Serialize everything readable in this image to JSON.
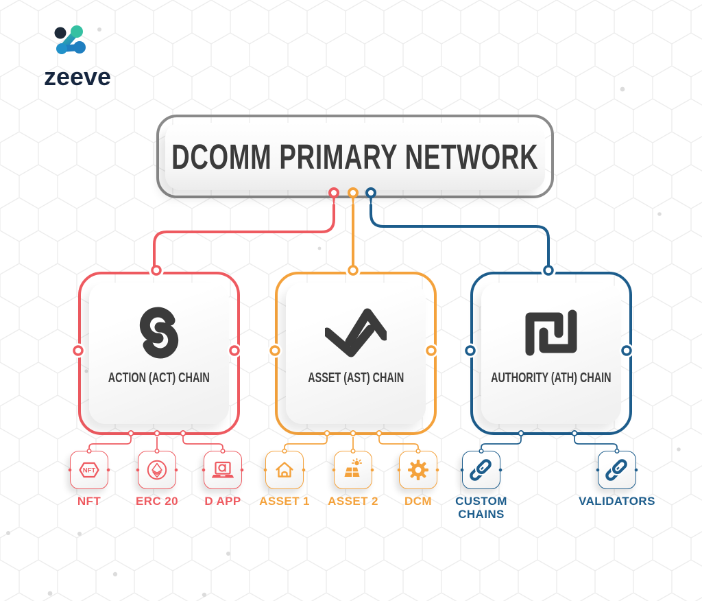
{
  "brand": {
    "name": "zeeve"
  },
  "diagram": {
    "title": "DCOMM PRIMARY NETWORK",
    "colors": {
      "red": "#ee5a60",
      "orange": "#f4a23c",
      "blue": "#1d5d8c",
      "frame_gray": "#8a8a8a",
      "icon_dark": "#3b3b3b",
      "brand_navy": "#16263f",
      "brand_teal": "#35c0a2",
      "brand_blue": "#1f7fc0"
    },
    "chains": [
      {
        "label": "ACTION (ACT) CHAIN",
        "color": "#ee5a60",
        "icon": "s-link-icon",
        "children": [
          {
            "label": "NFT",
            "icon": "nft-hexagon-icon"
          },
          {
            "label": "ERC 20",
            "icon": "ethereum-token-icon"
          },
          {
            "label": "D APP",
            "icon": "dapp-laptop-icon"
          }
        ]
      },
      {
        "label": "ASSET (AST) CHAIN",
        "color": "#f4a23c",
        "icon": "zigzag-chart-icon",
        "children": [
          {
            "label": "ASSET 1",
            "icon": "house-icon"
          },
          {
            "label": "ASSET 2",
            "icon": "solar-panel-icon"
          },
          {
            "label": "DCM",
            "icon": "gear-icon"
          }
        ]
      },
      {
        "label": "AUTHORITY (ATH) CHAIN",
        "color": "#1d5d8c",
        "icon": "shekel-icon",
        "children": [
          {
            "label": "CUSTOM CHAINS",
            "icon": "chain-link-icon"
          },
          {
            "label": "VALIDATORS",
            "icon": "chain-link-icon"
          }
        ]
      }
    ]
  }
}
